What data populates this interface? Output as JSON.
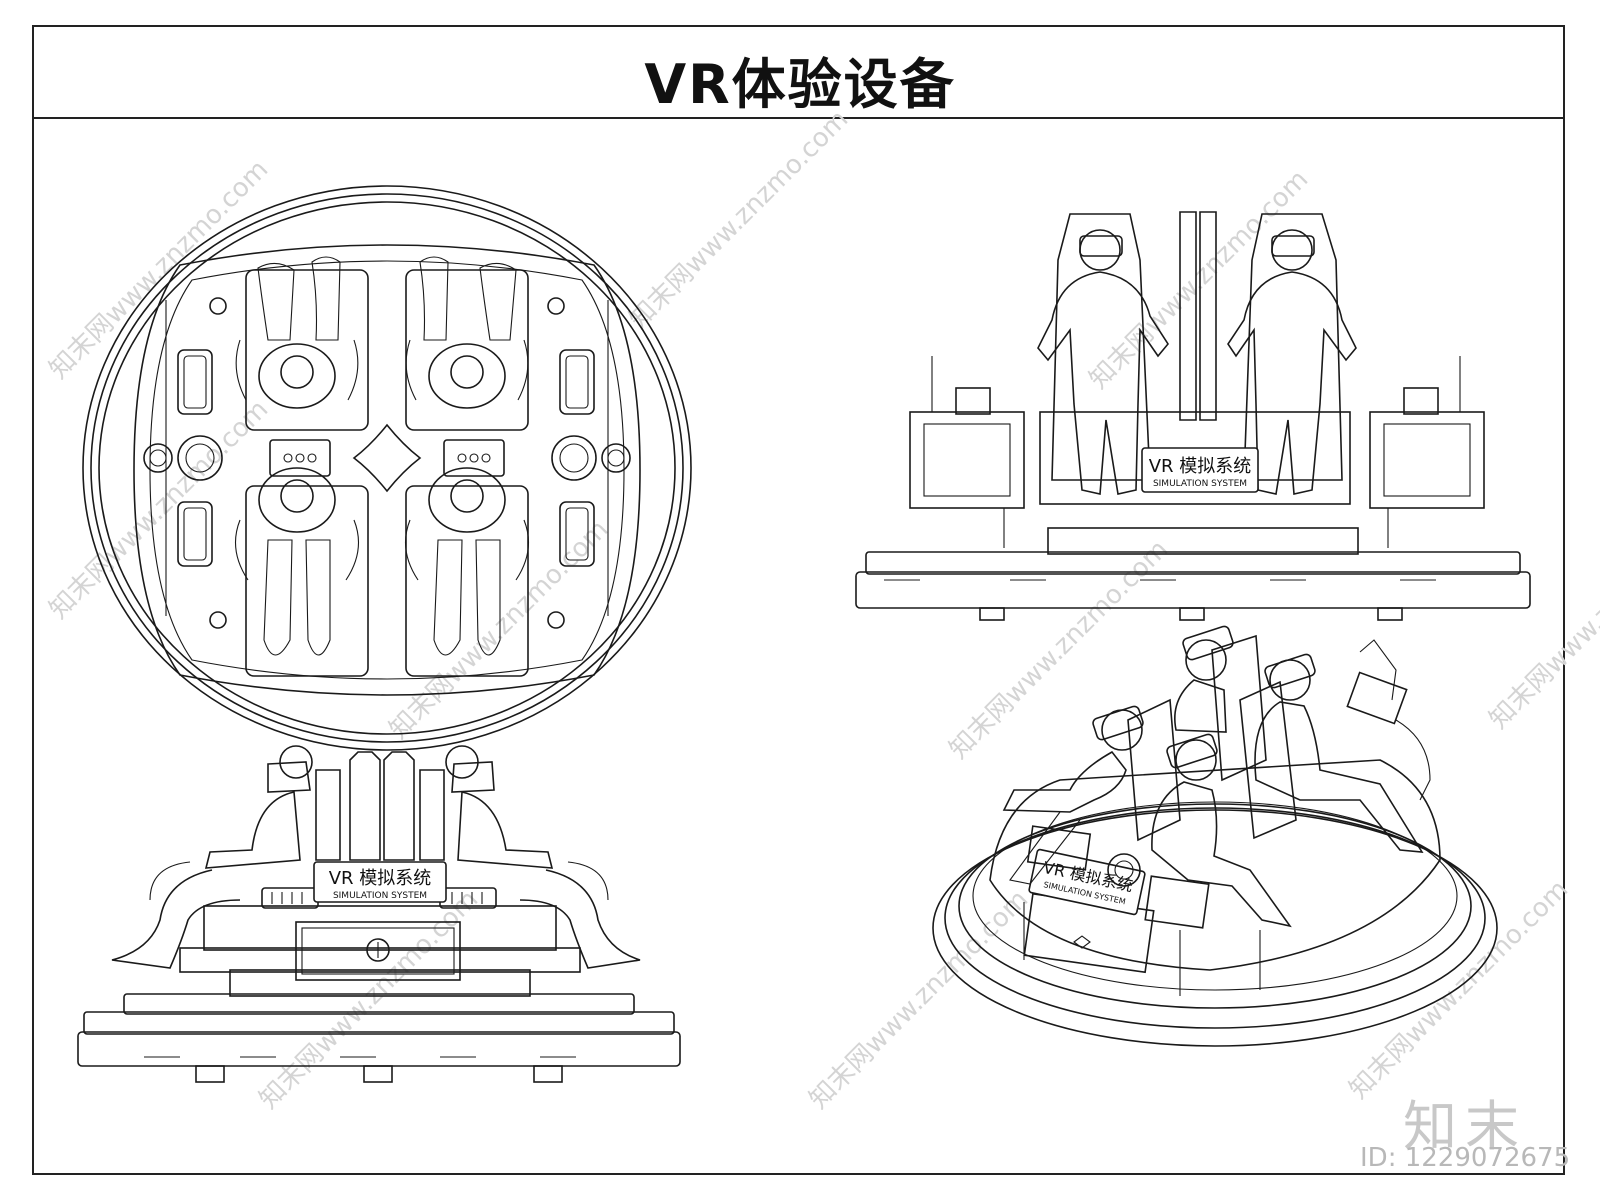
{
  "title": "VR体验设备",
  "sign": {
    "chinese": "VR 模拟系统",
    "english": "SIMULATION SYSTEM"
  },
  "watermark": {
    "logo": "知末",
    "id": "ID: 1229072675",
    "repeat_text": "知末网www.znzmo.com"
  },
  "colors": {
    "line": "#1a1a1a",
    "background": "#ffffff",
    "watermark": "#d4d4d4"
  }
}
